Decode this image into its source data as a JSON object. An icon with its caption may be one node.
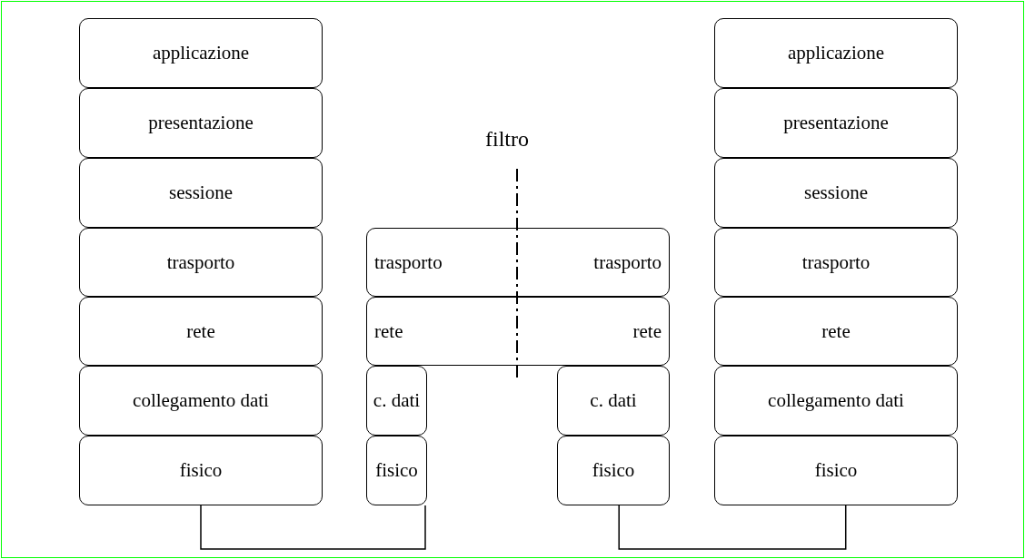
{
  "diagram": {
    "nodes": [
      {
        "text": [
          "applicazione"
        ]
      },
      {
        "text": [
          "presentazione"
        ]
      },
      {
        "text": [
          "sessione"
        ]
      },
      {
        "text": [
          "trasporto"
        ]
      },
      {
        "text": [
          "rete"
        ]
      },
      {
        "text": [
          "collegamento dati"
        ]
      },
      {
        "text": [
          "fisico"
        ]
      },
      {
        "text": [
          "trasporto",
          "trasporto"
        ]
      },
      {
        "text": [
          "rete",
          "rete"
        ]
      },
      {
        "text": [
          "c. dati"
        ]
      },
      {
        "text": [
          "fisico"
        ]
      },
      {
        "text": [
          "c. dati"
        ]
      },
      {
        "text": [
          "fisico"
        ]
      },
      {
        "text": [
          "applicazione"
        ]
      },
      {
        "text": [
          "presentazione"
        ]
      },
      {
        "text": [
          "sessione"
        ]
      },
      {
        "text": [
          "trasporto"
        ]
      },
      {
        "text": [
          "rete"
        ]
      },
      {
        "text": [
          "collegamento dati"
        ]
      },
      {
        "text": [
          "fisico"
        ]
      }
    ],
    "edges": [
      {
        "from": 6,
        "to": 10,
        "arrow": "none"
      },
      {
        "from": 12,
        "to": 19,
        "arrow": "none"
      }
    ],
    "labels": [
      "filtro"
    ]
  }
}
